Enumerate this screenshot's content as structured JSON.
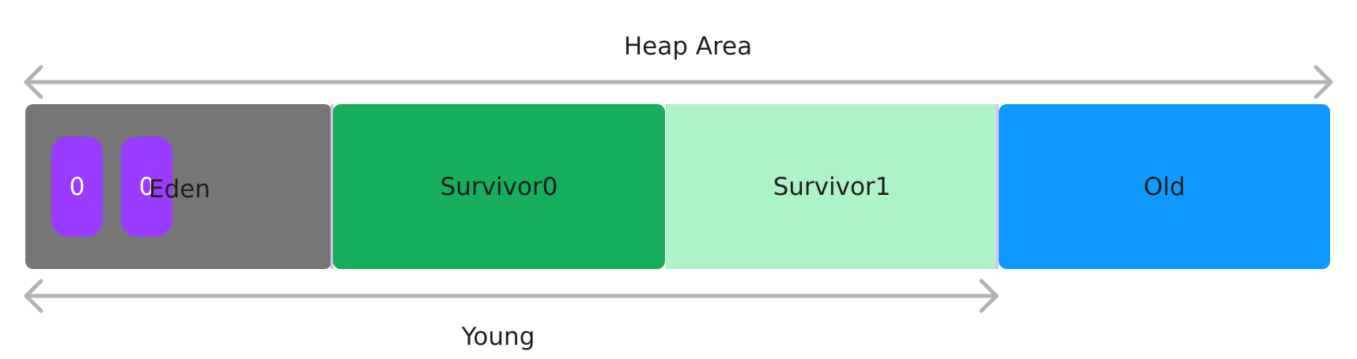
{
  "heap_label": "Heap Area",
  "young_label": "Young",
  "regions": {
    "eden": "Eden",
    "survivor0": "Survivor0",
    "survivor1": "Survivor1",
    "old": "Old"
  },
  "eden_objects": [
    "0",
    "0"
  ],
  "colors": {
    "eden": "#767676",
    "survivor0": "#16ad5b",
    "survivor1": "#aef3c8",
    "old": "#0f99ff",
    "object": "#9a3cff",
    "arrow": "#b3b3b3"
  }
}
